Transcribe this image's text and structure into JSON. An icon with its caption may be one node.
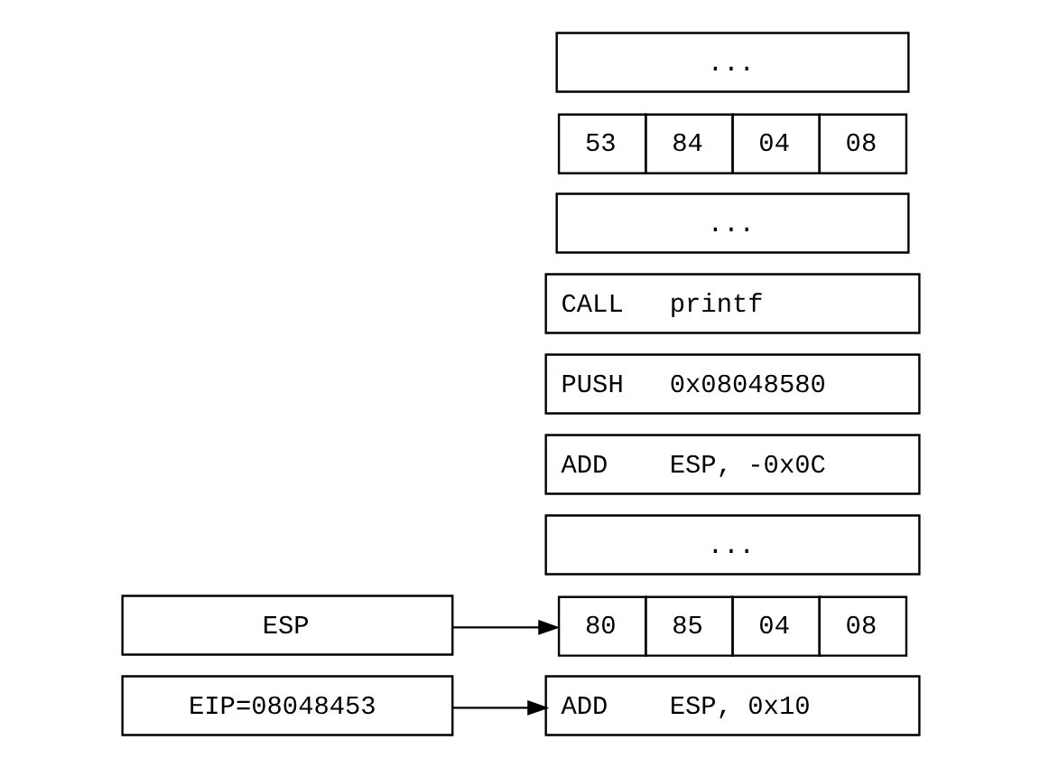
{
  "diagram": {
    "nodes": [
      {
        "text": [
          "EIP=08048453"
        ]
      },
      {
        "text": [
          "ESP"
        ]
      },
      {
        "text": [
          "..."
        ]
      },
      {
        "text": [
          "ADD",
          "ESP, -0x0C"
        ]
      },
      {
        "text": [
          "PUSH",
          "0x08048580"
        ]
      },
      {
        "text": [
          "CALL",
          "printf"
        ]
      },
      {
        "text": [
          "ADD",
          "ESP, 0x10"
        ]
      },
      {
        "text": [
          "..."
        ]
      },
      {
        "text": [
          "80",
          "85",
          "04",
          "08"
        ]
      },
      {
        "text": [
          "53",
          "84",
          "04",
          "08"
        ]
      },
      {
        "text": [
          "..."
        ]
      }
    ],
    "edges": [
      {
        "from": 0,
        "to": 6,
        "arrow": "to"
      },
      {
        "from": 1,
        "to": 8,
        "arrow": "to"
      }
    ]
  }
}
